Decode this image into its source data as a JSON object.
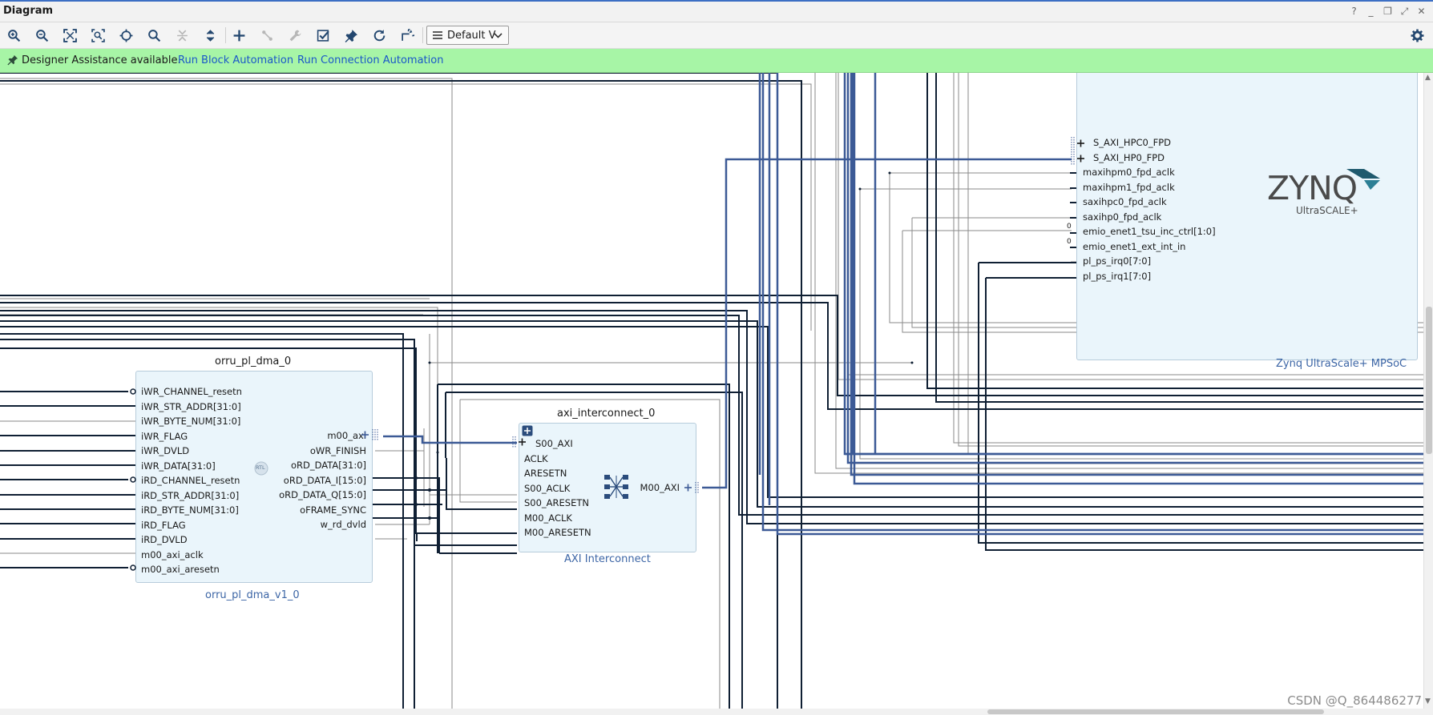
{
  "window": {
    "title": "Diagram",
    "buttons": [
      "?",
      "_",
      "❐",
      "⤢",
      "✕"
    ]
  },
  "toolbar": {
    "buttons": [
      {
        "name": "zoom-in-icon",
        "enabled": true
      },
      {
        "name": "zoom-out-icon",
        "enabled": true
      },
      {
        "name": "zoom-fit-icon",
        "enabled": true
      },
      {
        "name": "zoom-area-icon",
        "enabled": true
      },
      {
        "name": "auto-fit-selection-icon",
        "enabled": true
      },
      {
        "name": "search-icon",
        "enabled": true
      },
      {
        "name": "collapse-all-icon",
        "enabled": false
      },
      {
        "name": "expand-all-icon",
        "enabled": true
      },
      {
        "name": "add-ip-icon",
        "enabled": true
      },
      {
        "name": "make-connection-icon",
        "enabled": false
      },
      {
        "name": "customize-block-icon",
        "enabled": false
      },
      {
        "name": "validate-design-icon",
        "enabled": true
      },
      {
        "name": "pin-icon",
        "enabled": true
      },
      {
        "name": "regenerate-layout-icon",
        "enabled": true
      },
      {
        "name": "optimize-routing-icon",
        "enabled": true
      }
    ],
    "view_select": "Default V",
    "settings_icon": "gear-icon"
  },
  "assist": {
    "message": "Designer Assistance available.",
    "run_block": "Run Block Automation",
    "run_connection": "Run Connection Automation"
  },
  "blocks": {
    "dma": {
      "title": "orru_pl_dma_0",
      "type": "orru_pl_dma_v1_0",
      "inputs": [
        "iWR_CHANNEL_resetn",
        "iWR_STR_ADDR[31:0]",
        "iWR_BYTE_NUM[31:0]",
        "iWR_FLAG",
        "iWR_DVLD",
        "iWR_DATA[31:0]",
        "iRD_CHANNEL_resetn",
        "iRD_STR_ADDR[31:0]",
        "iRD_BYTE_NUM[31:0]",
        "iRD_FLAG",
        "iRD_DVLD",
        "m00_axi_aclk",
        "m00_axi_aresetn"
      ],
      "outputs": [
        "m00_axi",
        "oWR_FINISH",
        "oRD_DATA[31:0]",
        "oRD_DATA_I[15:0]",
        "oRD_DATA_Q[15:0]",
        "oFRAME_SYNC",
        "w_rd_dvld"
      ],
      "badge": "RTL"
    },
    "interconnect": {
      "title": "axi_interconnect_0",
      "type": "AXI Interconnect",
      "inputs": [
        "S00_AXI",
        "ACLK",
        "ARESETN",
        "S00_ACLK",
        "S00_ARESETN",
        "M00_ACLK",
        "M00_ARESETN"
      ],
      "outputs": [
        "M00_AXI"
      ]
    },
    "zynq": {
      "type": "Zynq UltraScale+ MPSoC",
      "ports": [
        "S_AXI_HPC0_FPD",
        "S_AXI_HP0_FPD",
        "maxihpm0_fpd_aclk",
        "maxihpm1_fpd_aclk",
        "saxihpc0_fpd_aclk",
        "saxihp0_fpd_aclk",
        "emio_enet1_tsu_inc_ctrl[1:0]",
        "emio_enet1_ext_int_in",
        "pl_ps_irq0[7:0]",
        "pl_ps_irq1[7:0]"
      ],
      "const_labels": [
        "0",
        "0"
      ],
      "logo_word": "ZYNQ",
      "logo_sub": "UltraSCALE+"
    }
  },
  "watermark": "CSDN @Q_864486277",
  "colors": {
    "wire": "#0f1f33",
    "bus": "#3c5a96",
    "thin": "#8a8a8a",
    "block_fill": "#eaf5fb",
    "assist_bg": "#a7f5a6",
    "link": "#1a57c9"
  }
}
